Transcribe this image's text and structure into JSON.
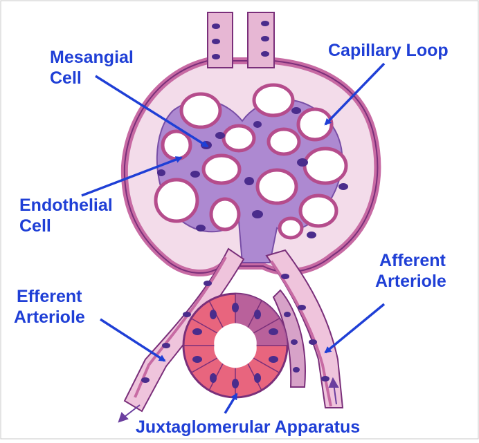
{
  "labels": {
    "mesangial_cell": [
      "Mesangial",
      "Cell"
    ],
    "capillary_loop": "Capillary Loop",
    "endothelial_cell": [
      "Endothelial",
      "Cell"
    ],
    "afferent_arteriole": [
      "Afferent",
      "Arteriole"
    ],
    "efferent_arteriole": [
      "Efferent",
      "Arteriole"
    ],
    "juxtaglomerular_apparatus": "Juxtaglomerular Apparatus"
  },
  "colors": {
    "label_text": "#1f3fd6",
    "arrow": "#1f3fd6",
    "tissue_membrane": "#d98fb8",
    "tissue_outline": "#7a2f7a",
    "mesangium": "#8a5fc0",
    "nucleus": "#4a2c8c",
    "macula_densa": "#e0607a"
  }
}
